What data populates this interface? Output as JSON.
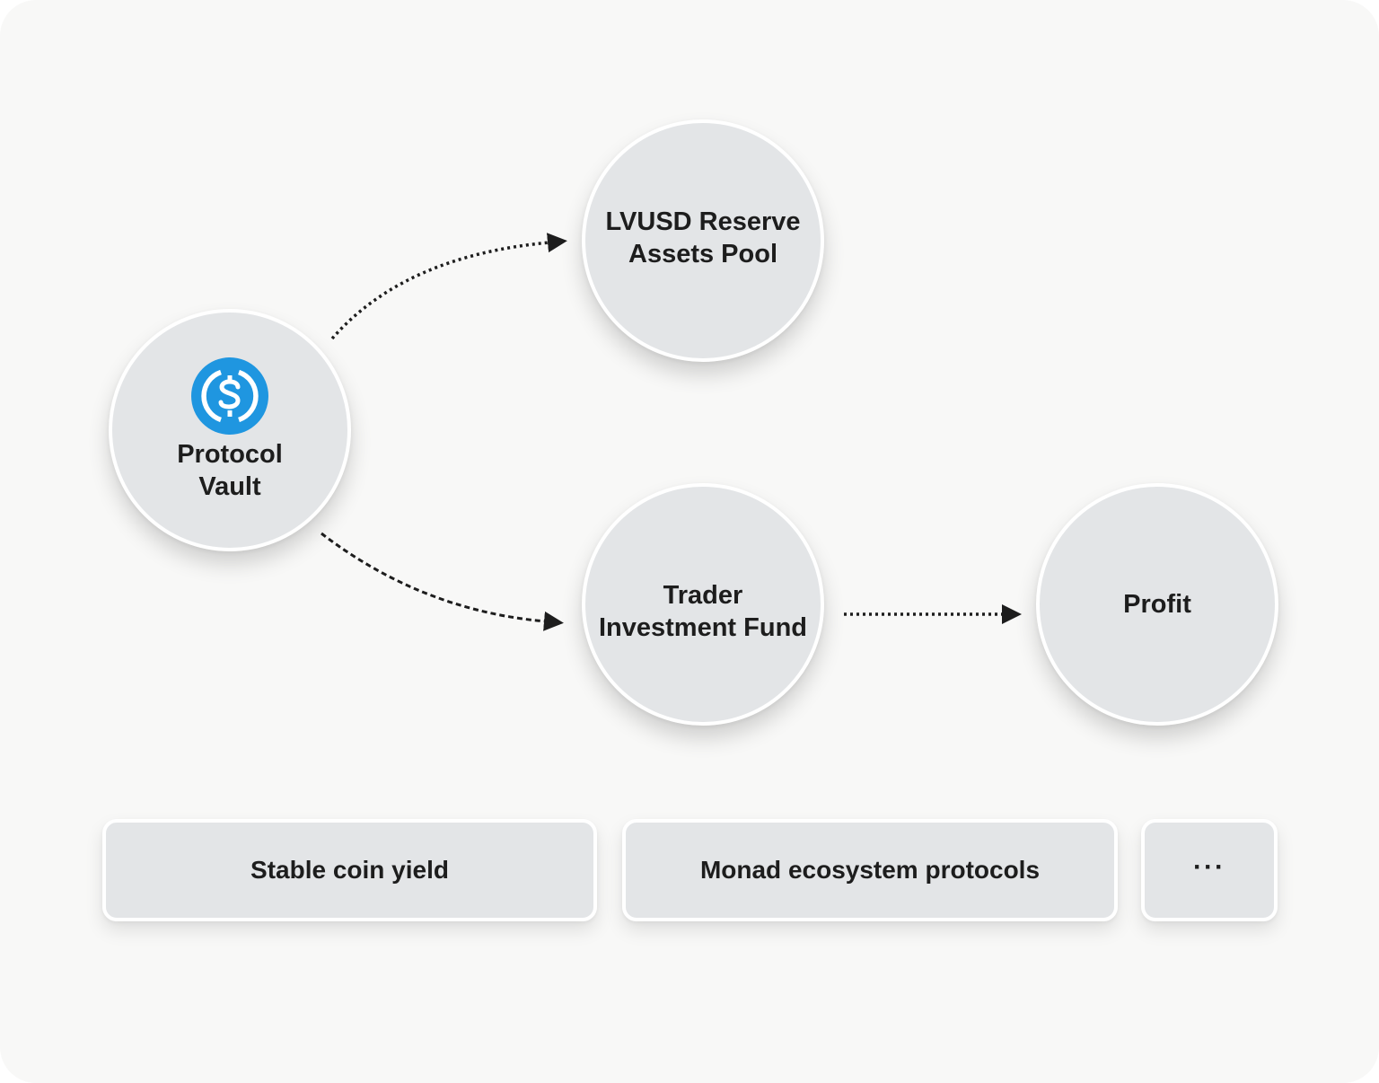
{
  "nodes": {
    "vault": {
      "label": "Protocol\nVault",
      "icon": "usdc-coin-icon",
      "icon_color": "#1f96e0"
    },
    "reserve": {
      "label": "LVUSD Reserve\nAssets Pool"
    },
    "fund": {
      "label": "Trader\nInvestment Fund"
    },
    "profit": {
      "label": "Profit"
    }
  },
  "boxes": {
    "stable": {
      "label": "Stable coin yield"
    },
    "monad": {
      "label": "Monad ecosystem protocols"
    },
    "more": {
      "label": "···"
    }
  },
  "edges": [
    {
      "from": "Protocol Vault",
      "to": "LVUSD Reserve Assets Pool",
      "style": "dotted"
    },
    {
      "from": "Protocol Vault",
      "to": "Trader Investment Fund",
      "style": "dashed"
    },
    {
      "from": "Trader Investment Fund",
      "to": "Profit",
      "style": "dotted"
    }
  ],
  "colors": {
    "background": "#f8f8f7",
    "node_fill": "#e3e5e7",
    "node_border": "#ffffff",
    "text": "#1d1d1d",
    "arrow": "#1d1d1d",
    "accent": "#1f96e0"
  }
}
